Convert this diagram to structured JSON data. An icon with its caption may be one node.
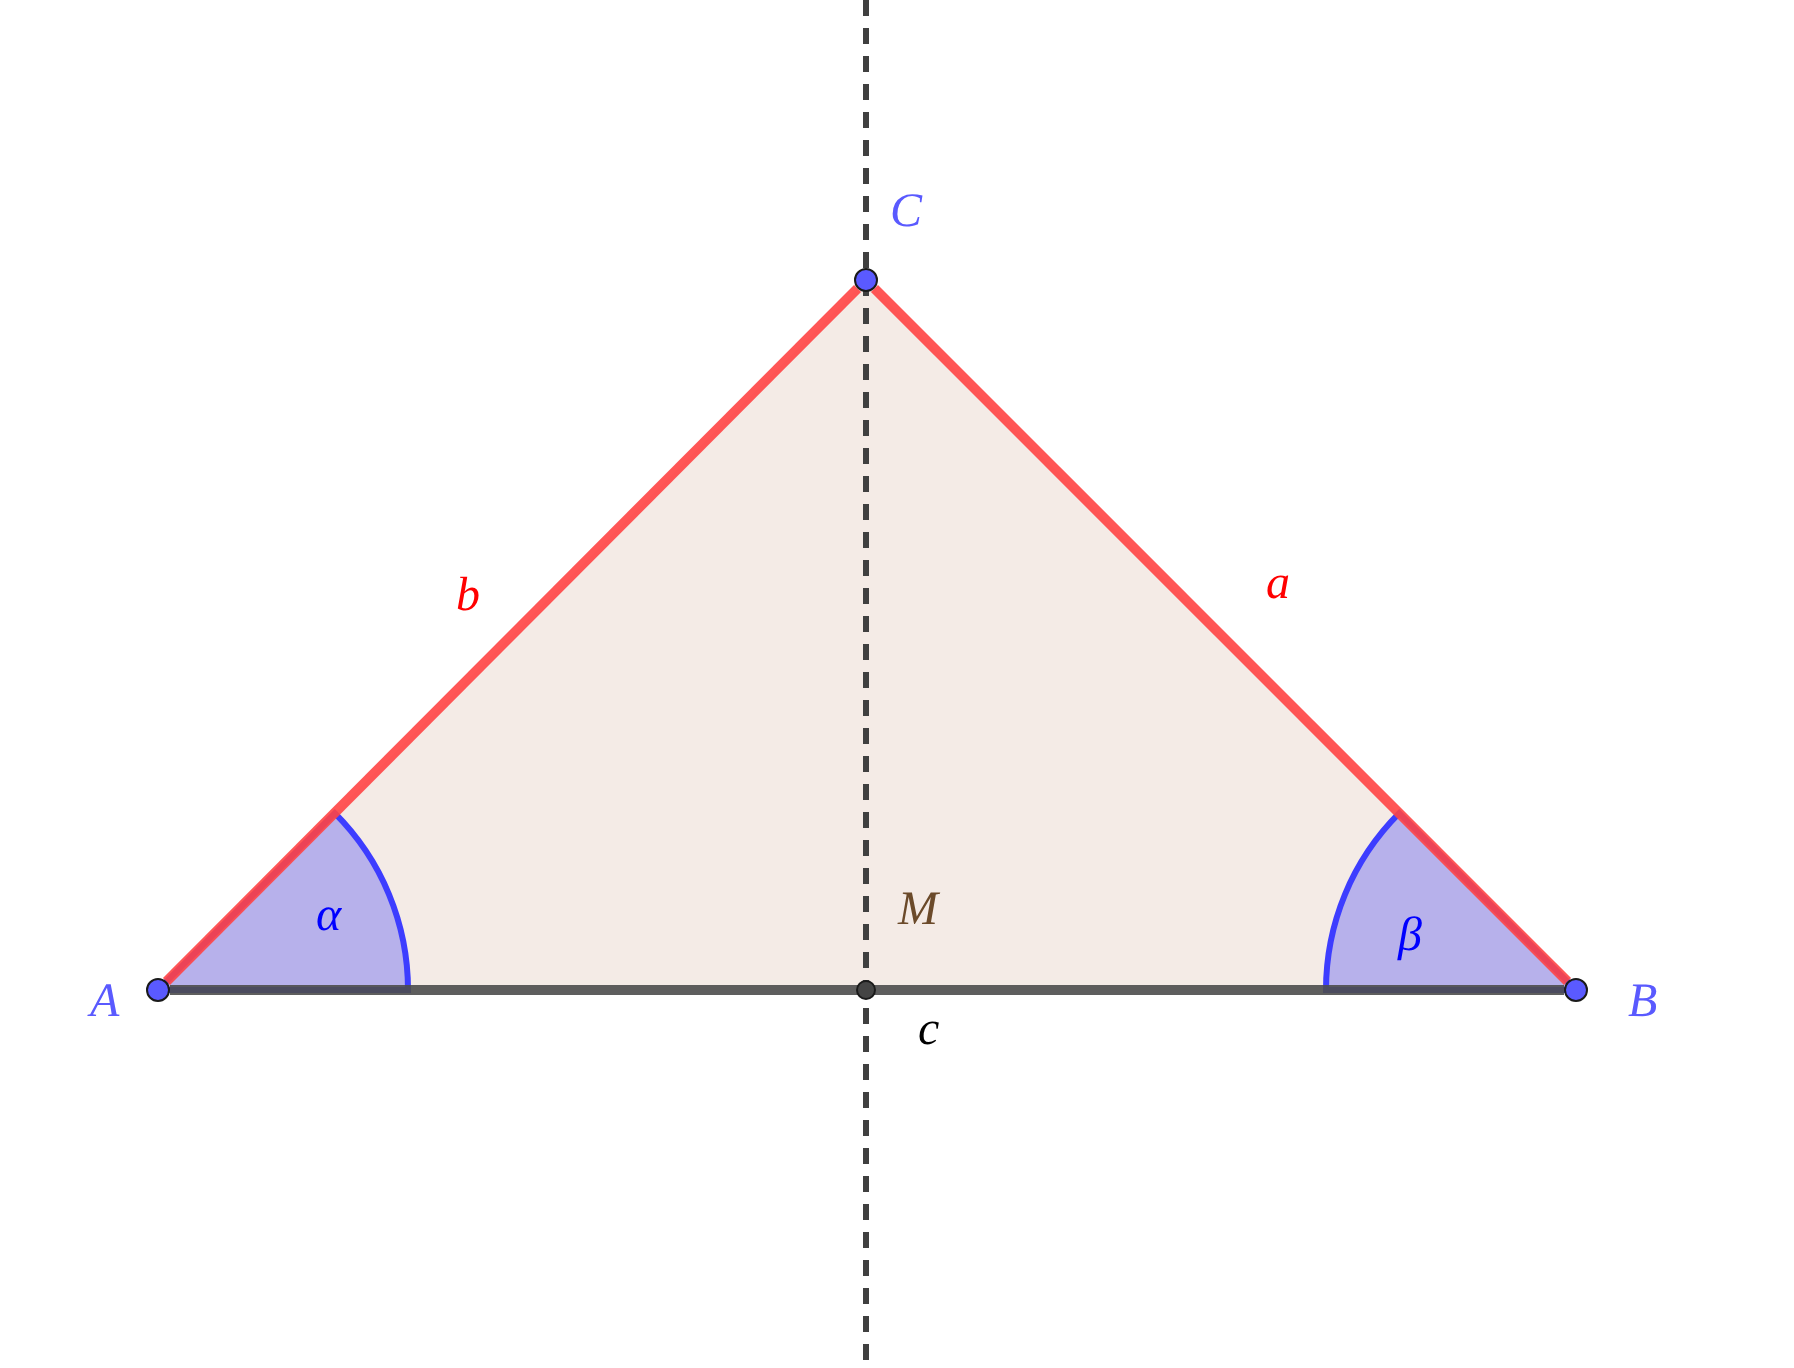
{
  "diagram": {
    "nodes": [
      {
        "text": [
          "C"
        ]
      },
      {
        "text": [
          "M"
        ]
      },
      {
        "text": [
          "A"
        ]
      },
      {
        "text": [
          "B"
        ]
      }
    ],
    "edges": [
      {
        "from": 2,
        "to": 0,
        "arrow": "none",
        "label": "b",
        "color": "#ff4444"
      },
      {
        "from": 0,
        "to": 3,
        "arrow": "none",
        "label": "a",
        "color": "#ff4444"
      },
      {
        "from": 2,
        "to": 3,
        "arrow": "none",
        "label": "c",
        "color": "#4d4d4d"
      }
    ],
    "labels": [
      "α",
      "β"
    ]
  }
}
